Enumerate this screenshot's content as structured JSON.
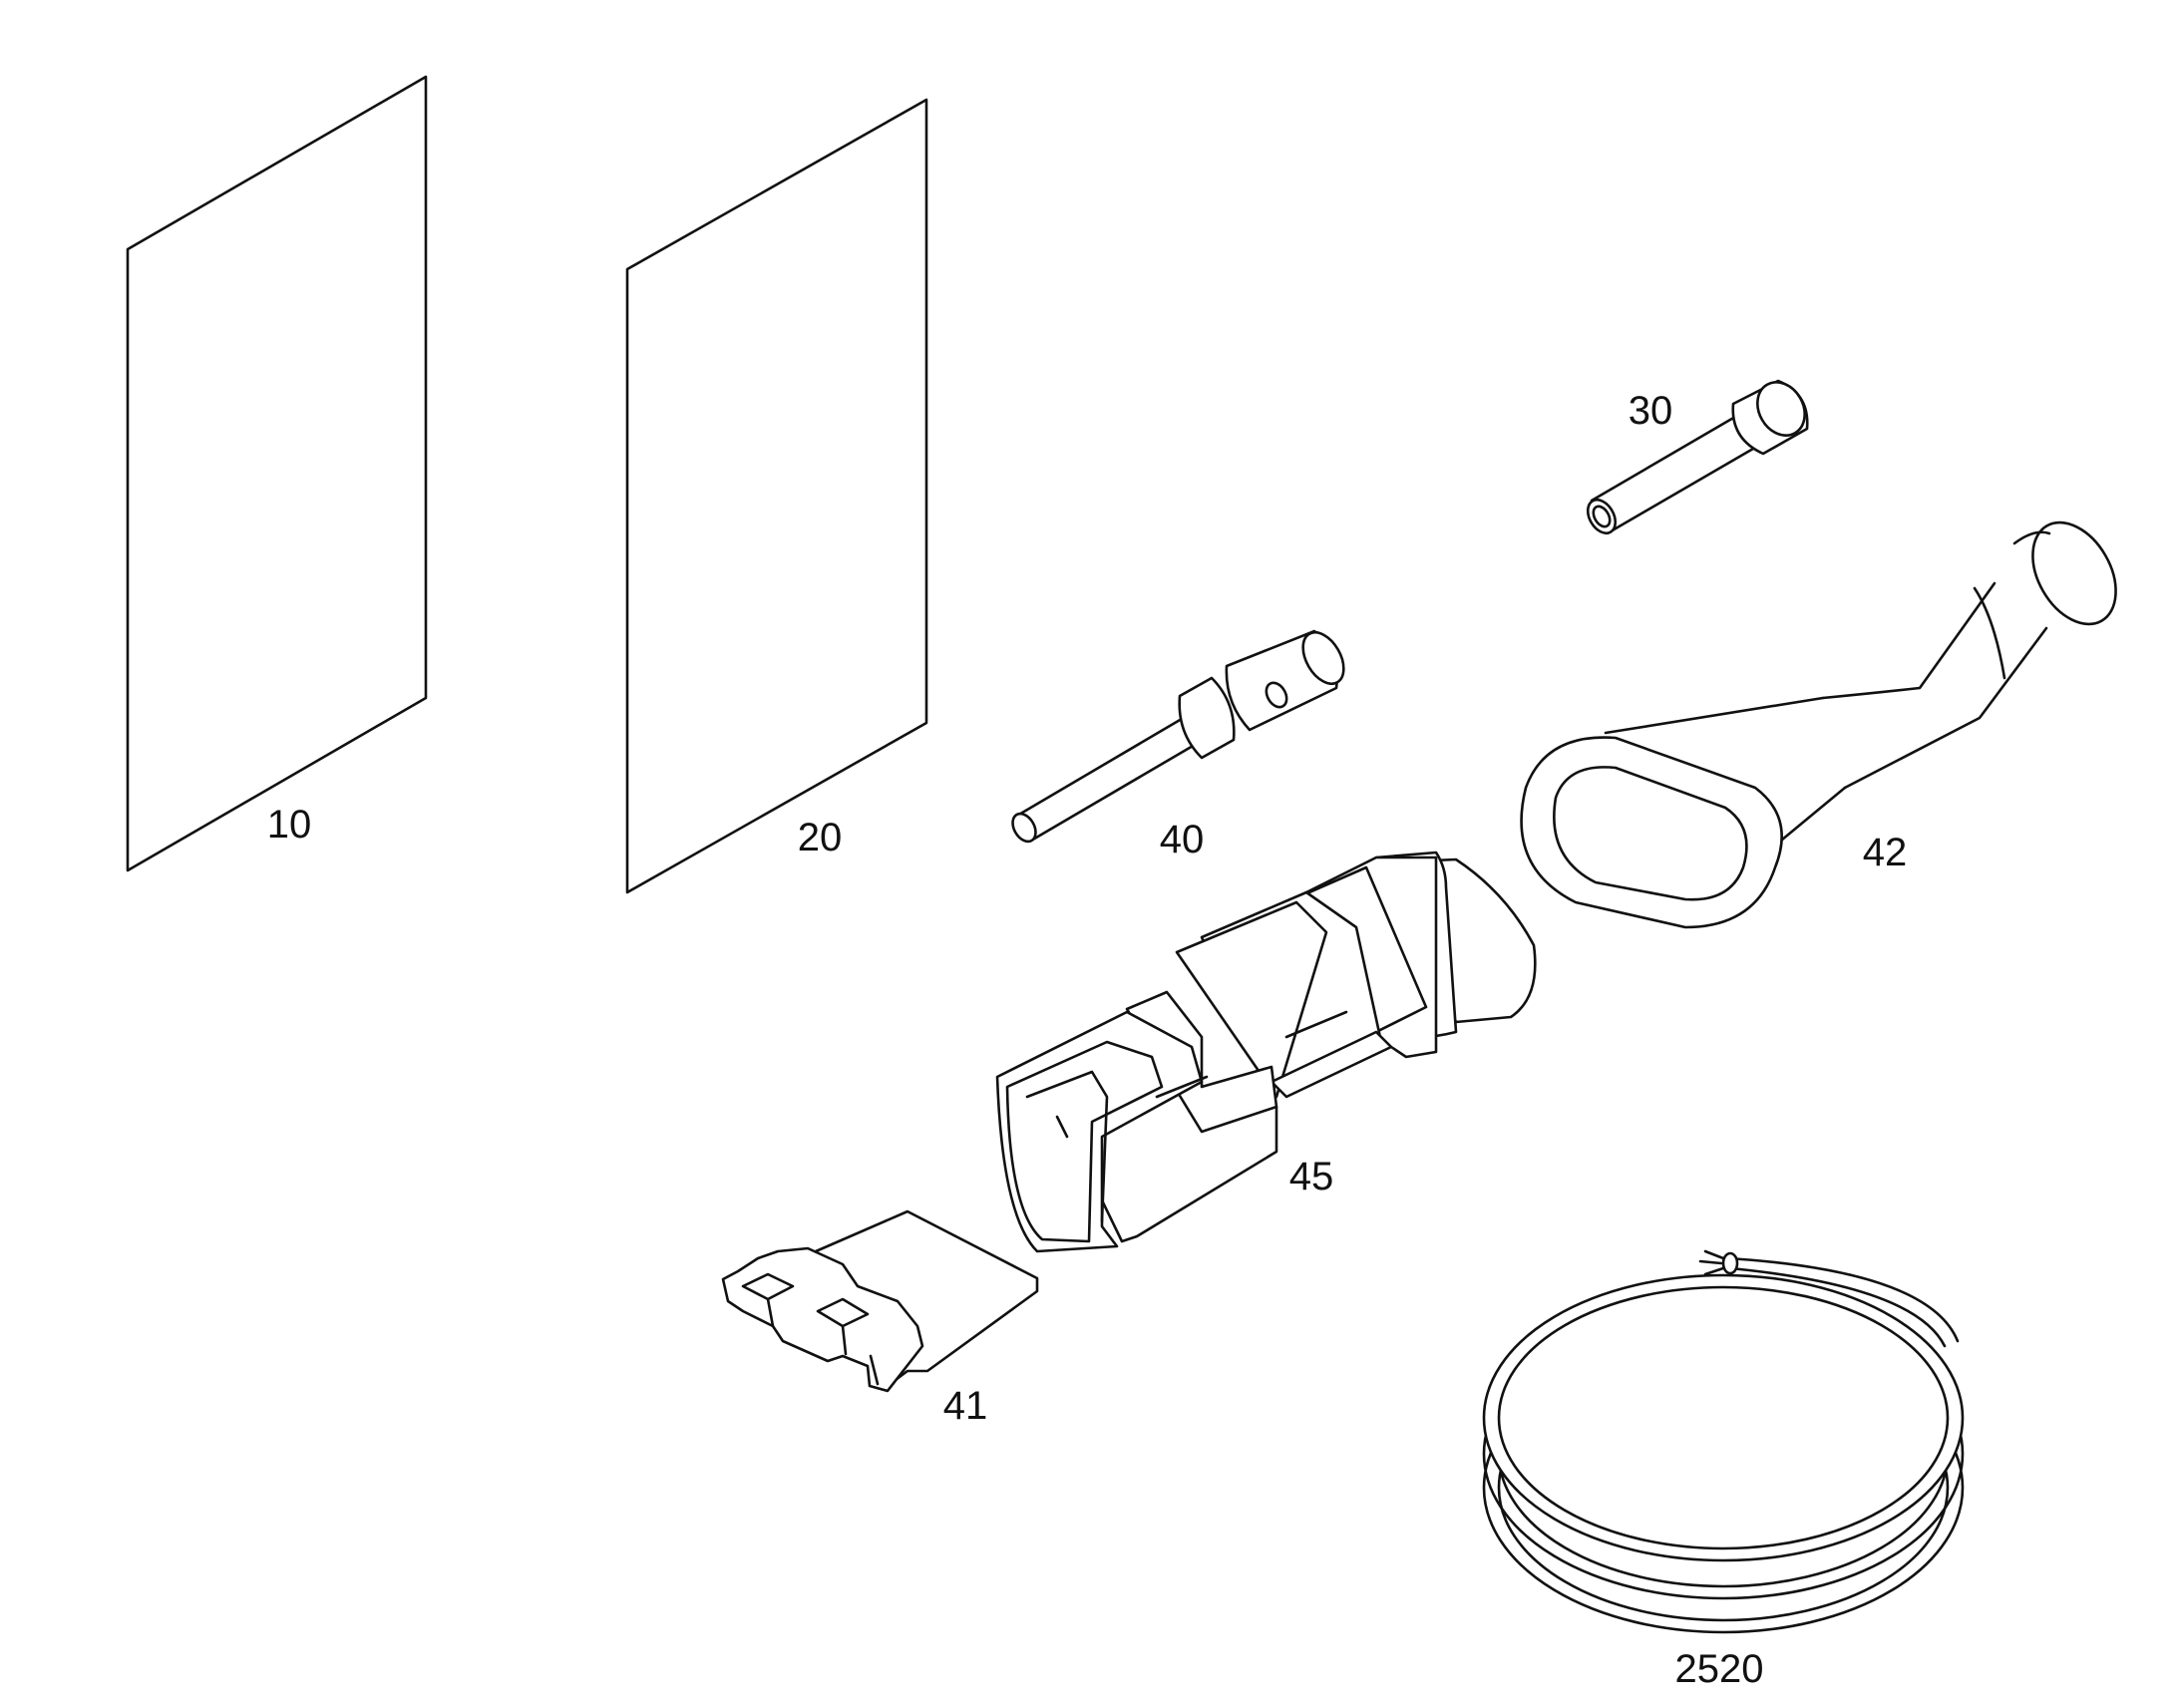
{
  "callouts": {
    "c10": "10",
    "c20": "20",
    "c30": "30",
    "c40": "40",
    "c42": "42",
    "c45": "45",
    "c41": "41",
    "c2520": "2520"
  },
  "colors": {
    "line": "#111111",
    "background": "#ffffff"
  }
}
